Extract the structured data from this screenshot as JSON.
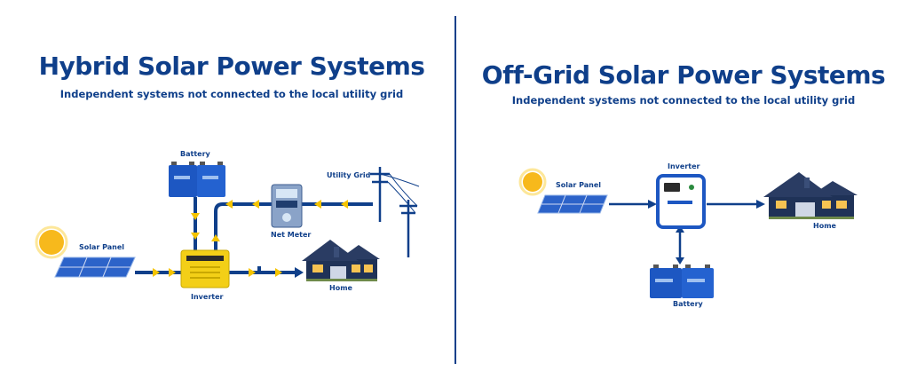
{
  "hybrid": {
    "title": "Hybrid Solar Power Systems",
    "subtitle": "Independent systems not connected to the local utility grid",
    "labels": {
      "battery": "Battery",
      "utility_grid": "Utility Grid",
      "net_meter": "Net Meter",
      "solar_panel": "Solar Panel",
      "inverter": "Inverter",
      "home": "Home"
    }
  },
  "offgrid": {
    "title": "Off-Grid Solar Power Systems",
    "subtitle": "Independent systems not connected to the local utility grid",
    "labels": {
      "inverter": "Inverter",
      "solar_panel": "Solar Panel",
      "home": "Home",
      "battery": "Battery"
    }
  },
  "colors": {
    "brand_blue": "#0f3f8a",
    "flow_yellow": "#f5c400",
    "sun": "#f7b91c",
    "panel_blue": "#2c63c9",
    "inverter_yellow": "#f3cf17"
  },
  "icons": [
    "sun-icon",
    "solar-panel-icon",
    "battery-icon",
    "inverter-icon",
    "net-meter-icon",
    "utility-pole-icon",
    "house-icon"
  ]
}
